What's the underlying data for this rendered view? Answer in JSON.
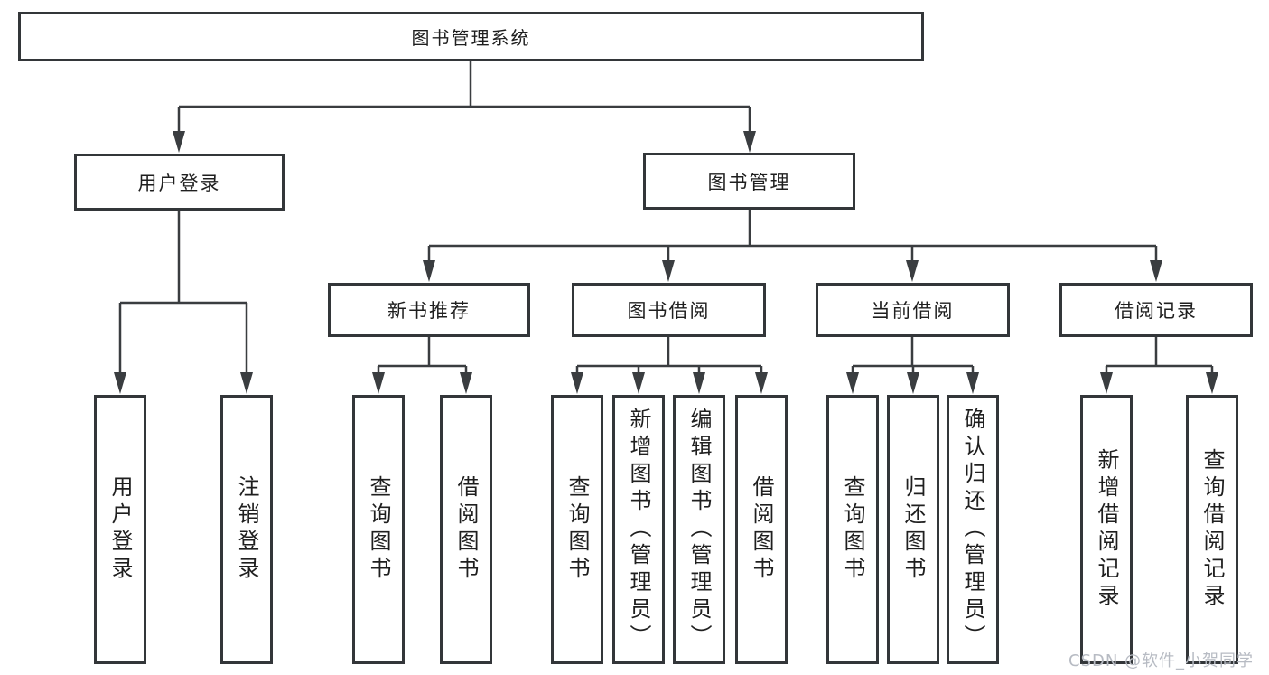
{
  "diagram_title": "图书管理系统",
  "tree": {
    "label": "图书管理系统",
    "children": [
      {
        "label": "用户登录",
        "children": [
          {
            "label": "用户登录"
          },
          {
            "label": "注销登录"
          }
        ]
      },
      {
        "label": "图书管理",
        "children": [
          {
            "label": "新书推荐",
            "children": [
              {
                "label": "查询图书"
              },
              {
                "label": "借阅图书"
              }
            ]
          },
          {
            "label": "图书借阅",
            "children": [
              {
                "label": "查询图书"
              },
              {
                "label": "新增图书（管理员）"
              },
              {
                "label": "编辑图书（管理员）"
              },
              {
                "label": "借阅图书"
              }
            ]
          },
          {
            "label": "当前借阅",
            "children": [
              {
                "label": "查询图书"
              },
              {
                "label": "归还图书"
              },
              {
                "label": "确认归还（管理员）"
              }
            ]
          },
          {
            "label": "借阅记录",
            "children": [
              {
                "label": "新增借阅记录"
              },
              {
                "label": "查询借阅记录"
              }
            ]
          }
        ]
      }
    ]
  },
  "watermark": "CSDN @软件_小贺同学",
  "colors": {
    "line": "#3a3d40",
    "box_border": "#333639",
    "text": "#1f1f1f",
    "watermark": "#b7bbc3"
  }
}
